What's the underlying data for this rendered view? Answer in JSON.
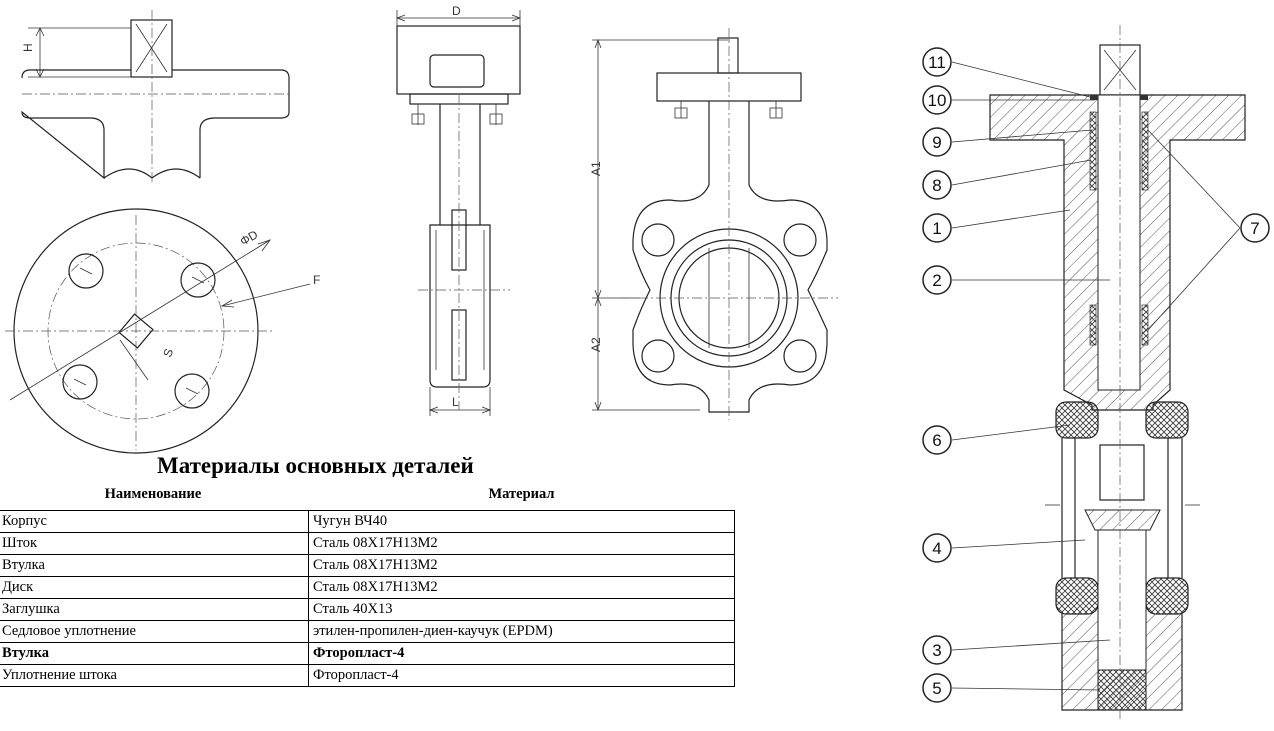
{
  "drawings": {
    "dimension_labels": {
      "h": "H",
      "d": "D",
      "phi_d": "ΦD",
      "f": "F",
      "s": "S",
      "l": "L",
      "a1": "A1",
      "a2": "A2"
    },
    "callouts": [
      "11",
      "10",
      "9",
      "8",
      "1",
      "2",
      "6",
      "4",
      "3",
      "5",
      "7"
    ]
  },
  "materials": {
    "title": "Материалы основных деталей",
    "headers": {
      "name": "Наименование",
      "material": "Материал"
    },
    "rows": [
      {
        "name": "Корпус",
        "material": "Чугун ВЧ40",
        "bold": false
      },
      {
        "name": "Шток",
        "material": "Сталь 08Х17Н13М2",
        "bold": false
      },
      {
        "name": "Втулка",
        "material": "Сталь 08Х17Н13М2",
        "bold": false
      },
      {
        "name": "Диск",
        "material": "Сталь 08Х17Н13М2",
        "bold": false
      },
      {
        "name": "Заглушка",
        "material": "Сталь 40Х13",
        "bold": false
      },
      {
        "name": "Седловое уплотнение",
        "material": "этилен-пропилен-диен-каучук (EPDM)",
        "bold": false
      },
      {
        "name": "Втулка",
        "material": "Фторопласт-4",
        "bold": true
      },
      {
        "name": "Уплотнение штока",
        "material": "Фторопласт-4",
        "bold": false
      }
    ]
  }
}
